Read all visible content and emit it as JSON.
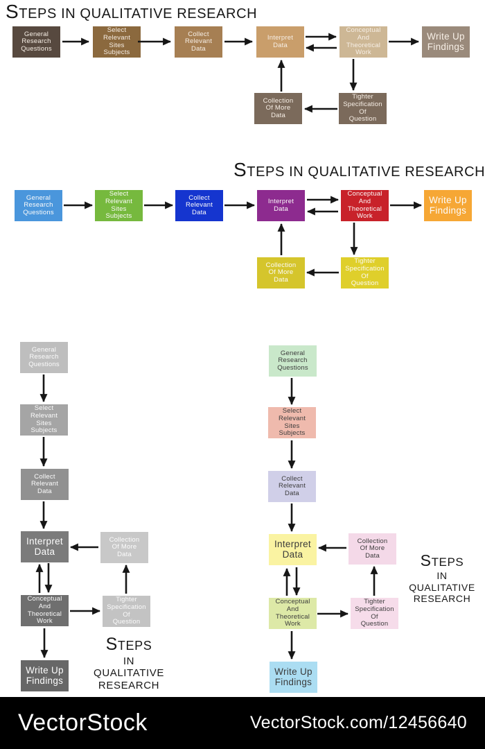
{
  "header": {
    "title_initial": "S",
    "title_rest": "TEPS IN QUALITATIVE RESEARCH"
  },
  "stacked_title": {
    "line1_initial": "S",
    "line1_rest": "TEPS",
    "line2": "IN",
    "line3": "QUALITATIVE",
    "line4": "RESEARCH"
  },
  "steps": {
    "general": "General\nResearch\nQuestions",
    "select": "Select\nRelevant\nSites\nSubjects",
    "collect": "Collect\nRelevant\nData",
    "interpret": "Interpret\nData",
    "conceptual": "Conceptual\nAnd\nTheoretical\nWork",
    "write": "Write Up\nFindings",
    "collection": "Collection\nOf More\nData",
    "tighter": "Tighter\nSpecification\nOf\nQuestion"
  },
  "palettes": {
    "earth": {
      "general": "#57493F",
      "select": "#8B693E",
      "collect": "#A67F53",
      "interpret": "#C99E6B",
      "conceptual": "#CDB795",
      "write": "#9A8A7B",
      "collection": "#7B6A5B",
      "tighter": "#7B6A5B"
    },
    "bright": {
      "general": "#4A96DC",
      "select": "#76B93E",
      "collect": "#1535CF",
      "interpret": "#8D2B8F",
      "conceptual": "#C8222A",
      "write": "#F6A735",
      "collection": "#D5C52C",
      "tighter": "#DFCF2B"
    },
    "gray": {
      "general": "#BEBEBE",
      "select": "#A5A5A5",
      "collect": "#919191",
      "interpret": "#7B7B7B",
      "conceptual": "#6F6F6F",
      "write": "#676767",
      "collection": "#C8C8C8",
      "tighter": "#C3C3C3"
    },
    "pastel": {
      "general": "#C9E8CA",
      "select": "#EFBAAD",
      "collect": "#D0CFE8",
      "interpret": "#FAF3A2",
      "conceptual": "#DDE9A7",
      "write": "#ABDDF2",
      "collection": "#F4D9E8",
      "tighter": "#F6DCEA"
    }
  },
  "footer": {
    "brand": "VectorStock",
    "url": "VectorStock.com/12456640",
    "background": "#000000"
  }
}
